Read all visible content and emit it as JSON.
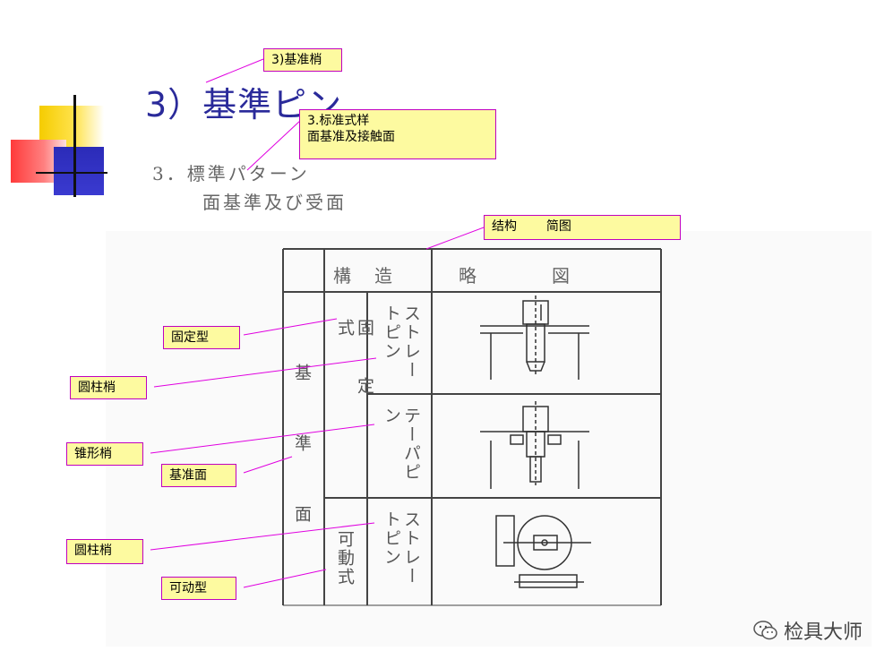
{
  "slide": {
    "title": "3）基準ピン"
  },
  "scan": {
    "heading_line1": "3．標準パターン",
    "heading_line2": "面基準及び受面",
    "table": {
      "header_structure": "構　造",
      "header_sketch": "略　　　図",
      "col1_chars": "基準面",
      "fixed_label": "固定式",
      "movable_label": "可動式",
      "row1_pin": "ストレートピン",
      "row2_pin": "テーパピン",
      "row3_pin": "ストレートピン"
    }
  },
  "callouts": {
    "c1": "3)基准梢",
    "c2_line1": "3.标准式样",
    "c2_line2": "面基准及接触面",
    "c3_a": "结构",
    "c3_b": "简图",
    "c4": "固定型",
    "c5": "圆柱梢",
    "c6": "锥形梢",
    "c7": "基准面",
    "c8": "圆柱梢",
    "c9": "可动型"
  },
  "watermark": {
    "text": "检具大师",
    "icon": "wechat-icon"
  },
  "colors": {
    "title": "#2a2a9a",
    "callout_bg": "#fdfaa0",
    "callout_border": "#c000c0",
    "leader": "#e000e0"
  }
}
